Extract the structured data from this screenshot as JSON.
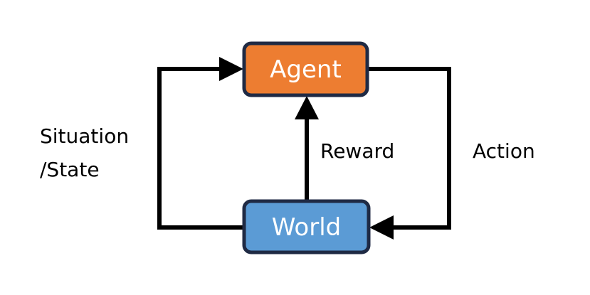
{
  "nodes": {
    "agent": {
      "label": "Agent",
      "fill": "#ED7D31",
      "stroke": "#1F2A44"
    },
    "world": {
      "label": "World",
      "fill": "#5B9BD5",
      "stroke": "#1F2A44"
    }
  },
  "edges": {
    "state": {
      "label_line1": "Situation",
      "label_line2": "/State"
    },
    "reward": {
      "label": "Reward"
    },
    "action": {
      "label": "Action"
    }
  },
  "colors": {
    "arrow": "#000000",
    "background": "#FFFFFF"
  }
}
